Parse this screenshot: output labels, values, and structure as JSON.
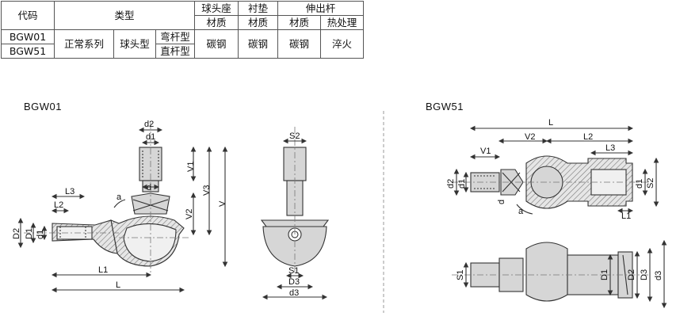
{
  "table": {
    "header": {
      "code": "代码",
      "type": "类型",
      "ball_seat": "球头座",
      "gasket": "衬垫",
      "rod": "伸出杆",
      "material": "材质",
      "heat_treatment": "热处理"
    },
    "rows": [
      {
        "code": "BGW01",
        "rod_type": "弯杆型"
      },
      {
        "code": "BGW51",
        "rod_type": "直杆型"
      }
    ],
    "series": "正常系列",
    "type_name": "球头型",
    "ball_seat_material": "碳钢",
    "gasket_material": "碳钢",
    "rod_material": "碳钢",
    "rod_heat_treatment": "淬火"
  },
  "drawings": {
    "left_title": "BGW01",
    "right_title": "BGW51",
    "dims": {
      "d2": "d2",
      "d1": "d1",
      "d": "d",
      "a": "a",
      "V1": "V1",
      "V2": "V2",
      "V3": "V3",
      "V": "V",
      "L": "L",
      "L1": "L1",
      "L2": "L2",
      "L3": "L3",
      "D1": "D1",
      "D2": "D2",
      "D3": "D3",
      "d3": "d3",
      "S1": "S1",
      "S2": "S2"
    },
    "line_color": "#333333",
    "hatch_color": "#8a8a8a",
    "fill_color": "#d9d9d9"
  }
}
